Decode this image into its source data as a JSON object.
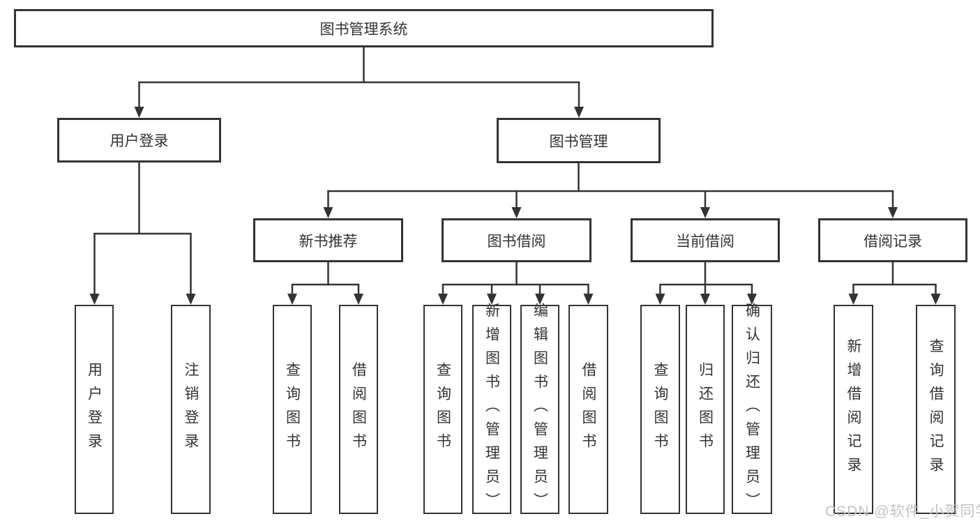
{
  "diagram_title": "图书管理系统",
  "nodes": {
    "root": "图书管理系统",
    "level2": [
      "用户登录",
      "图书管理"
    ],
    "level3": [
      "新书推荐",
      "图书借阅",
      "当前借阅",
      "借阅记录"
    ],
    "leaves": [
      "用户登录",
      "注销登录",
      "查询图书",
      "借阅图书",
      "查询图书",
      "新增图书（管理员）",
      "编辑图书（管理员）",
      "借阅图书",
      "查询图书",
      "归还图书",
      "确认归还（管理员）",
      "新增借阅记录",
      "查询借阅记录"
    ]
  },
  "structure": {
    "图书管理系统": [
      "用户登录",
      "图书管理"
    ],
    "用户登录": [
      "用户登录",
      "注销登录"
    ],
    "图书管理": [
      "新书推荐",
      "图书借阅",
      "当前借阅",
      "借阅记录"
    ],
    "新书推荐": [
      "查询图书",
      "借阅图书"
    ],
    "图书借阅": [
      "查询图书",
      "新增图书（管理员）",
      "编辑图书（管理员）",
      "借阅图书"
    ],
    "当前借阅": [
      "查询图书",
      "归还图书",
      "确认归还（管理员）"
    ],
    "借阅记录": [
      "新增借阅记录",
      "查询借阅记录"
    ]
  },
  "watermark": "CSDN @软件_小贺同学",
  "colors": {
    "line": "#333333",
    "box_border": "#333333",
    "text": "#333333",
    "watermark": "#c3c3c3",
    "background": "#ffffff"
  }
}
